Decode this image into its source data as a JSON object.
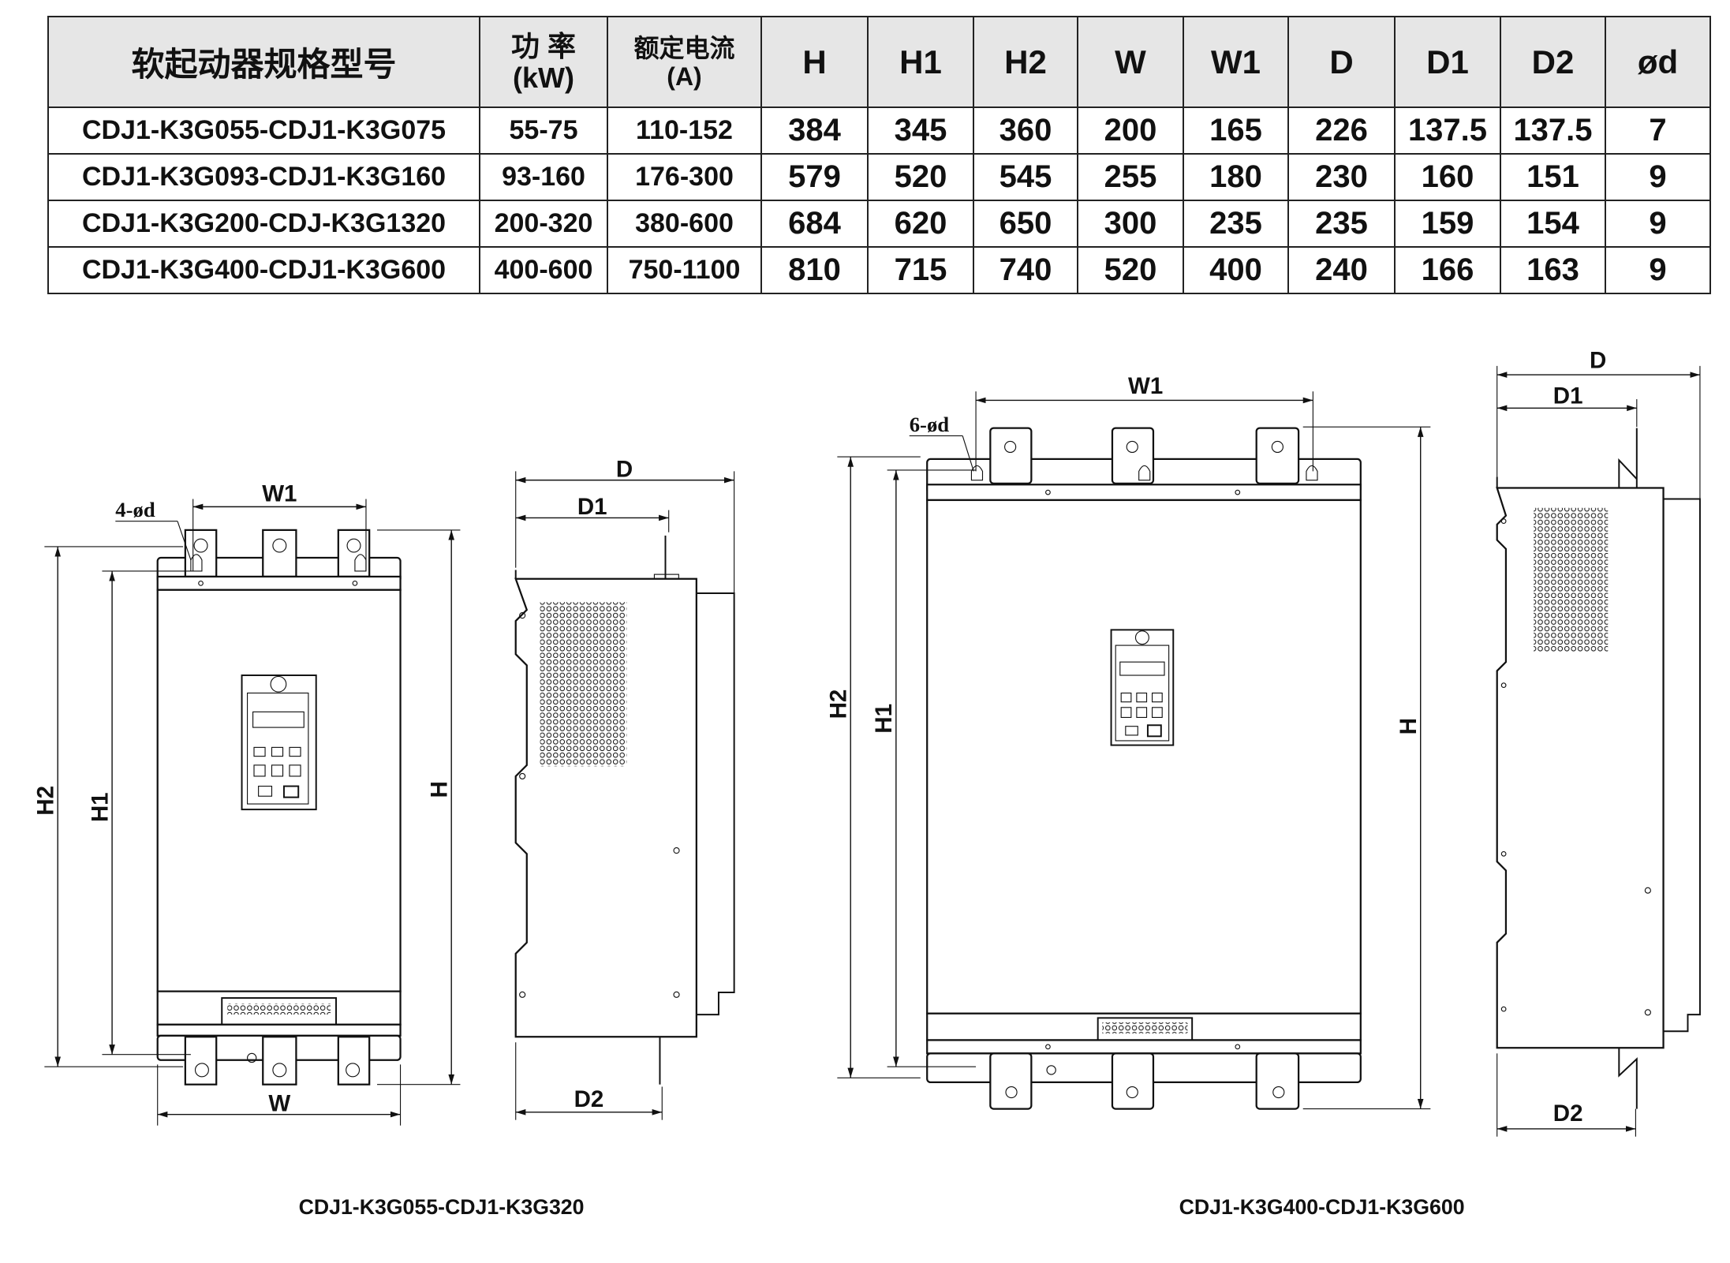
{
  "table": {
    "headers": {
      "model": "软起动器规格型号",
      "power_line1": "功 率",
      "power_line2": "(kW)",
      "current_line1": "额定电流",
      "current_line2": "(A)",
      "H": "H",
      "H1": "H1",
      "H2": "H2",
      "W": "W",
      "W1": "W1",
      "D": "D",
      "D1": "D1",
      "D2": "D2",
      "od": "ød"
    },
    "rows": [
      {
        "model": "CDJ1-K3G055-CDJ1-K3G075",
        "power": "55-75",
        "current": "110-152",
        "H": "384",
        "H1": "345",
        "H2": "360",
        "W": "200",
        "W1": "165",
        "D": "226",
        "D1": "137.5",
        "D2": "137.5",
        "od": "7"
      },
      {
        "model": "CDJ1-K3G093-CDJ1-K3G160",
        "power": "93-160",
        "current": "176-300",
        "H": "579",
        "H1": "520",
        "H2": "545",
        "W": "255",
        "W1": "180",
        "D": "230",
        "D1": "160",
        "D2": "151",
        "od": "9"
      },
      {
        "model": "CDJ1-K3G200-CDJ-K3G1320",
        "power": "200-320",
        "current": "380-600",
        "H": "684",
        "H1": "620",
        "H2": "650",
        "W": "300",
        "W1": "235",
        "D": "235",
        "D1": "159",
        "D2": "154",
        "od": "9"
      },
      {
        "model": "CDJ1-K3G400-CDJ1-K3G600",
        "power": "400-600",
        "current": "750-1100",
        "H": "810",
        "H1": "715",
        "H2": "740",
        "W": "520",
        "W1": "400",
        "D": "240",
        "D1": "166",
        "D2": "163",
        "od": "9"
      }
    ]
  },
  "drawings": {
    "left": {
      "caption": "CDJ1-K3G055-CDJ1-K3G320",
      "holes": "4-ød",
      "W1": "W1",
      "W": "W",
      "H": "H",
      "H1": "H1",
      "H2": "H2",
      "D": "D",
      "D1": "D1",
      "D2": "D2"
    },
    "right": {
      "caption": "CDJ1-K3G400-CDJ1-K3G600",
      "holes": "6-ød",
      "W1": "W1",
      "H": "H",
      "H1": "H1",
      "H2": "H2",
      "D": "D",
      "D1": "D1",
      "D2": "D2"
    }
  }
}
